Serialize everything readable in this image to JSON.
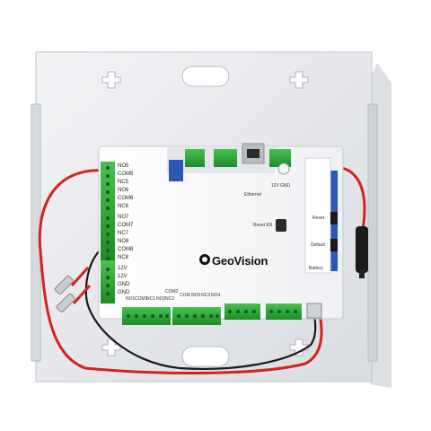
{
  "photo": {
    "subject": "access control board mounted on metal backplate",
    "brand": {
      "text": "GeoVision"
    }
  },
  "board": {
    "left_terminals": [
      {
        "label": "NO5"
      },
      {
        "label": "COM5"
      },
      {
        "label": "NC5"
      },
      {
        "label": "NO6"
      },
      {
        "label": "COM6"
      },
      {
        "label": "NC6"
      },
      {
        "label": "NO7"
      },
      {
        "label": "COM7"
      },
      {
        "label": "NC7"
      },
      {
        "label": "NO8"
      },
      {
        "label": "COM8"
      },
      {
        "label": "NC8"
      }
    ],
    "power_labels": [
      {
        "label": "12V"
      },
      {
        "label": "12V"
      },
      {
        "label": "GND"
      },
      {
        "label": "GND"
      }
    ],
    "top_labels": [
      {
        "label": "Ethernet"
      },
      {
        "label": "12V"
      },
      {
        "label": "GND"
      },
      {
        "label": "Reset EN"
      }
    ],
    "right_labels": [
      {
        "label": "Reset"
      },
      {
        "label": "Default"
      },
      {
        "label": "Battery"
      }
    ],
    "bottom_labels": [
      {
        "label": "NO1"
      },
      {
        "label": "COM1"
      },
      {
        "label": "NC1"
      },
      {
        "label": "NO2"
      },
      {
        "label": "COM2"
      },
      {
        "label": "NC2"
      },
      {
        "label": "COM"
      },
      {
        "label": "NO3"
      },
      {
        "label": "NC3"
      },
      {
        "label": "NO4"
      }
    ]
  },
  "colors": {
    "plate": "#e9ebee",
    "plate_edge": "#c9ccd2",
    "board": "#f7f8fa",
    "terminal_green": "#2fae3a",
    "wire_red": "#d4231e",
    "wire_black": "#1a1a1a",
    "blue_switch": "#2b58b8"
  }
}
